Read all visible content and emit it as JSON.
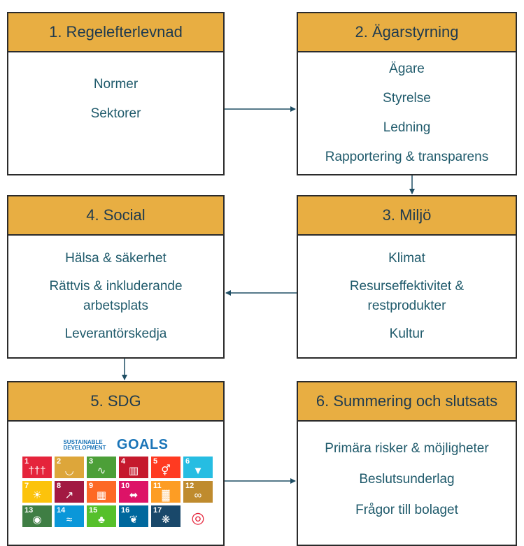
{
  "boxes": {
    "b1": {
      "title": "1. Regelefterlevnad",
      "items": [
        "Normer",
        "Sektorer"
      ]
    },
    "b2": {
      "title": "2. Ägarstyrning",
      "items": [
        "Ägare",
        "Styrelse",
        "Ledning",
        "Rapportering & transparens"
      ]
    },
    "b3": {
      "title": "3. Miljö",
      "items": [
        "Klimat",
        "Resurseffektivitet & restprodukter",
        "Kultur"
      ]
    },
    "b4": {
      "title": "4. Social",
      "items": [
        "Hälsa & säkerhet",
        "Rättvis & inkluderande arbetsplats",
        "Leverantörskedja"
      ]
    },
    "b5": {
      "title": "5. SDG",
      "logo_small": "SUSTAINABLE DEVELOPMENT",
      "logo_big": "GOALS"
    },
    "b6": {
      "title": "6. Summering och slutsats",
      "items": [
        "Primära risker & möjligheter",
        "Beslutsunderlag",
        "Frågor till bolaget"
      ]
    }
  },
  "colors": {
    "header": "#e8ae42",
    "arrow": "#1f4e64",
    "text": "#1f5a6b",
    "sdg_tiles": [
      "#e5243b",
      "#dda63a",
      "#4c9f38",
      "#c5192d",
      "#ff3a21",
      "#26bde2",
      "#fcc30b",
      "#a21942",
      "#fd6925",
      "#dd1367",
      "#fd9d24",
      "#bf8b2e",
      "#3f7e44",
      "#0a97d9",
      "#56c02b",
      "#00689d",
      "#19486a",
      "#ffffff"
    ]
  },
  "sdg_icons": [
    "people-icon",
    "bowl-icon",
    "heartbeat-icon",
    "book-icon",
    "gender-icon",
    "water-drop-icon",
    "sun-icon",
    "growth-chart-icon",
    "cubes-icon",
    "equality-icon",
    "buildings-icon",
    "infinity-icon",
    "eye-icon",
    "fish-icon",
    "tree-icon",
    "dove-icon",
    "rings-icon",
    "sdg-wheel-icon"
  ]
}
